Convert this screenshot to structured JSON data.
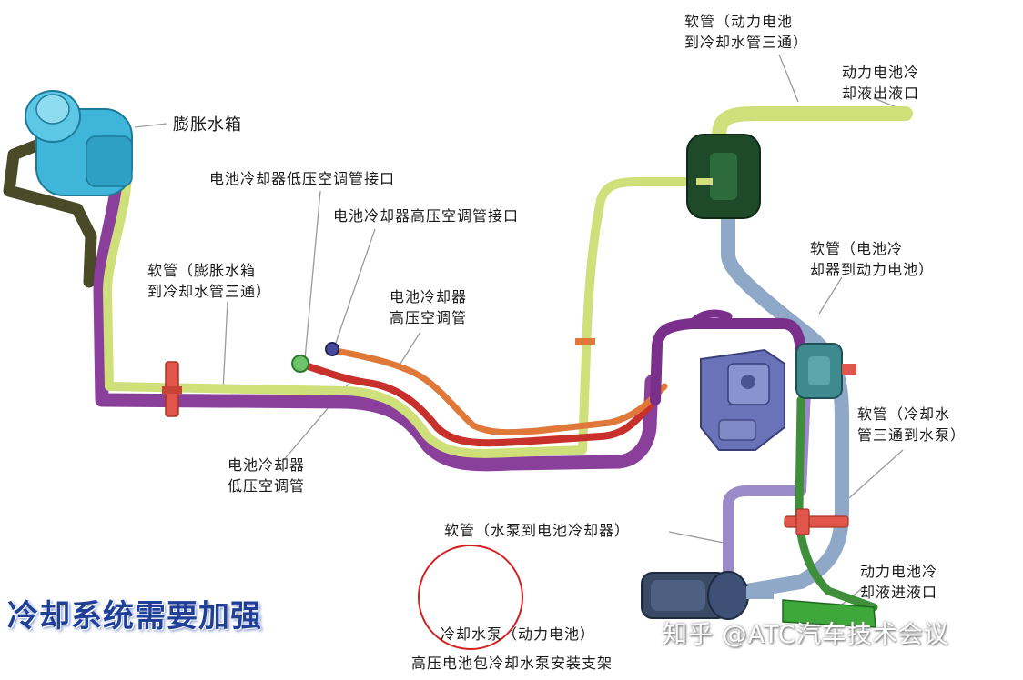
{
  "labels": {
    "expansion_tank": "膨胀水箱",
    "low_pressure_port": "电池冷却器低压空调管接口",
    "high_pressure_port": "电池冷却器高压空调管接口",
    "hose_tank_to_tee": "软管（膨胀水箱\n到冷却水管三通）",
    "high_pressure_pipe": "电池冷却器\n高压空调管",
    "low_pressure_pipe": "电池冷却器\n低压空调管",
    "hose_battery_to_tee": "软管（动力电池\n到冷却水管三通）",
    "battery_outlet": "动力电池冷\n却液出液口",
    "hose_cooler_to_battery": "软管（电池冷\n却器到动力电池）",
    "hose_tee_to_pump": "软管（冷却水\n管三通到水泵）",
    "hose_pump_to_cooler": "软管（水泵到电池冷却器）",
    "battery_inlet": "动力电池冷\n却液进液口",
    "pump": "冷却水泵（动力电池）",
    "pump_bracket": "高压电池包冷却水泵安装支架"
  },
  "slogan": "冷却系统需要加强",
  "watermark": "知乎 @ATC汽车技术会议",
  "colors": {
    "tank_blue": "#3fb6d9",
    "yellow_green_hose": "#cfe07a",
    "purple_hose": "#8a3f9a",
    "dark_olive_hose": "#4a4a28",
    "orange_pipe": "#e0783a",
    "red_pipe": "#c8302c",
    "light_blue_hose": "#8fa8c8",
    "lavender_hose": "#9a8ac8",
    "green_hose": "#3f8f3a",
    "dark_green_block": "#1f4a2a",
    "teal_block": "#3f8a8f",
    "cooler_body": "#6a72b8",
    "clamp_red": "#e0564a",
    "marker_circle": "#d42020",
    "slogan_blue": "#1f3f99"
  }
}
